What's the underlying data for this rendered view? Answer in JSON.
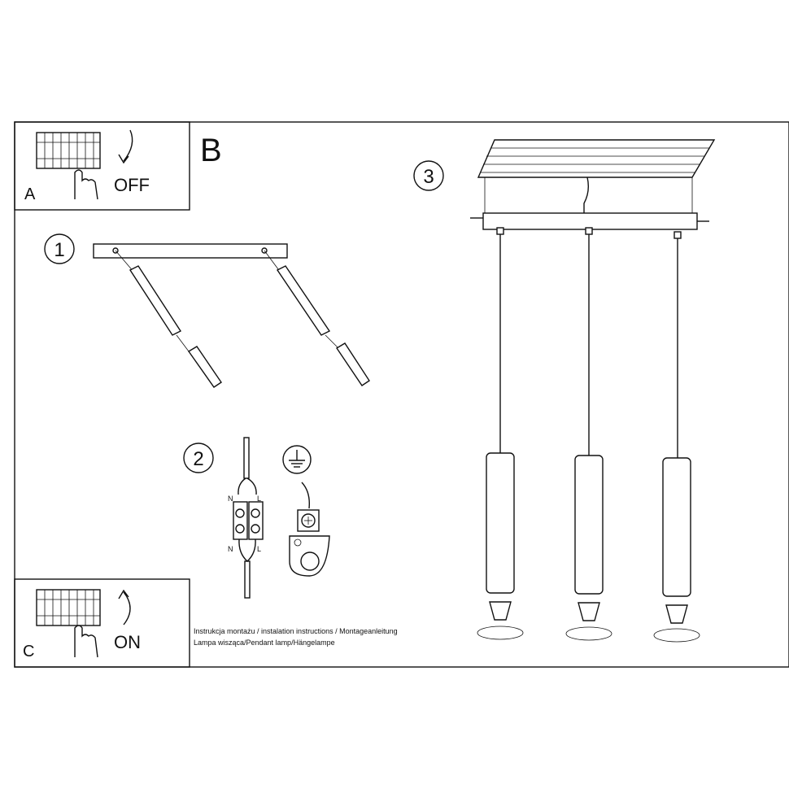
{
  "panels": {
    "a": {
      "letter": "A",
      "action": "OFF"
    },
    "b": {
      "letter": "B"
    },
    "c": {
      "letter": "C",
      "action": "ON"
    }
  },
  "steps": [
    "1",
    "2",
    "3"
  ],
  "wiring": {
    "neutral": "N",
    "live": "L"
  },
  "caption": {
    "line1": "Instrukcja montażu / instalation instructions / Montageanleitung",
    "line2": "Lampa wisząca/Pendant lamp/Hängelampe"
  },
  "colors": {
    "line": "#111111",
    "background": "#ffffff"
  }
}
